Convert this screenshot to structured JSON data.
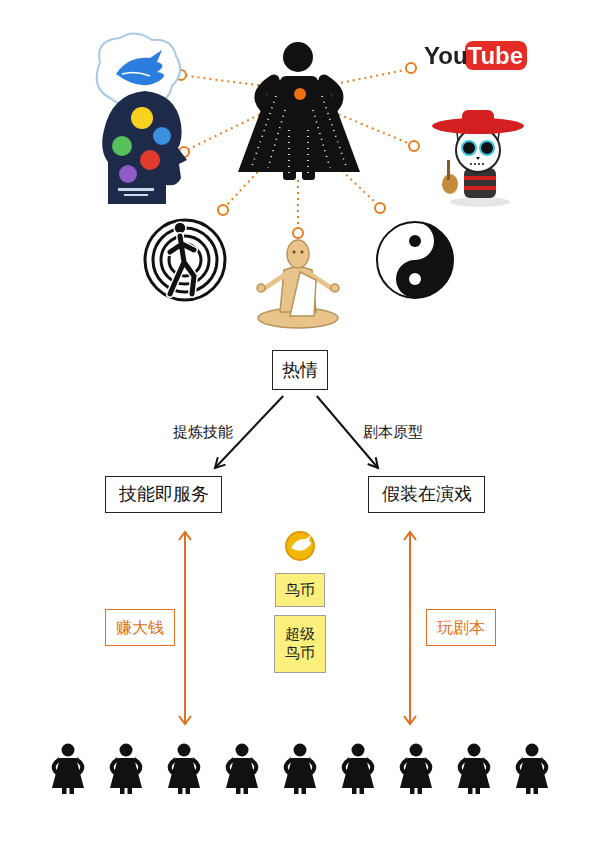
{
  "diagram": {
    "nodes": [
      {
        "text": [
          "热情"
        ]
      },
      {
        "text": [
          "技能即服务"
        ]
      },
      {
        "text": [
          "假装在演戏"
        ]
      },
      {
        "text": [
          "鸟币"
        ]
      },
      {
        "text": [
          "超级 鸟币"
        ]
      },
      {
        "text": [
          "赚大钱"
        ]
      },
      {
        "text": [
          "玩剧本"
        ]
      }
    ],
    "edges": [
      {
        "from": 0,
        "to": 1,
        "label": "提炼技能",
        "arrow": "to"
      },
      {
        "from": 0,
        "to": 2,
        "label": "剧本原型",
        "arrow": "to"
      }
    ],
    "labels": [
      "YouTube"
    ]
  }
}
